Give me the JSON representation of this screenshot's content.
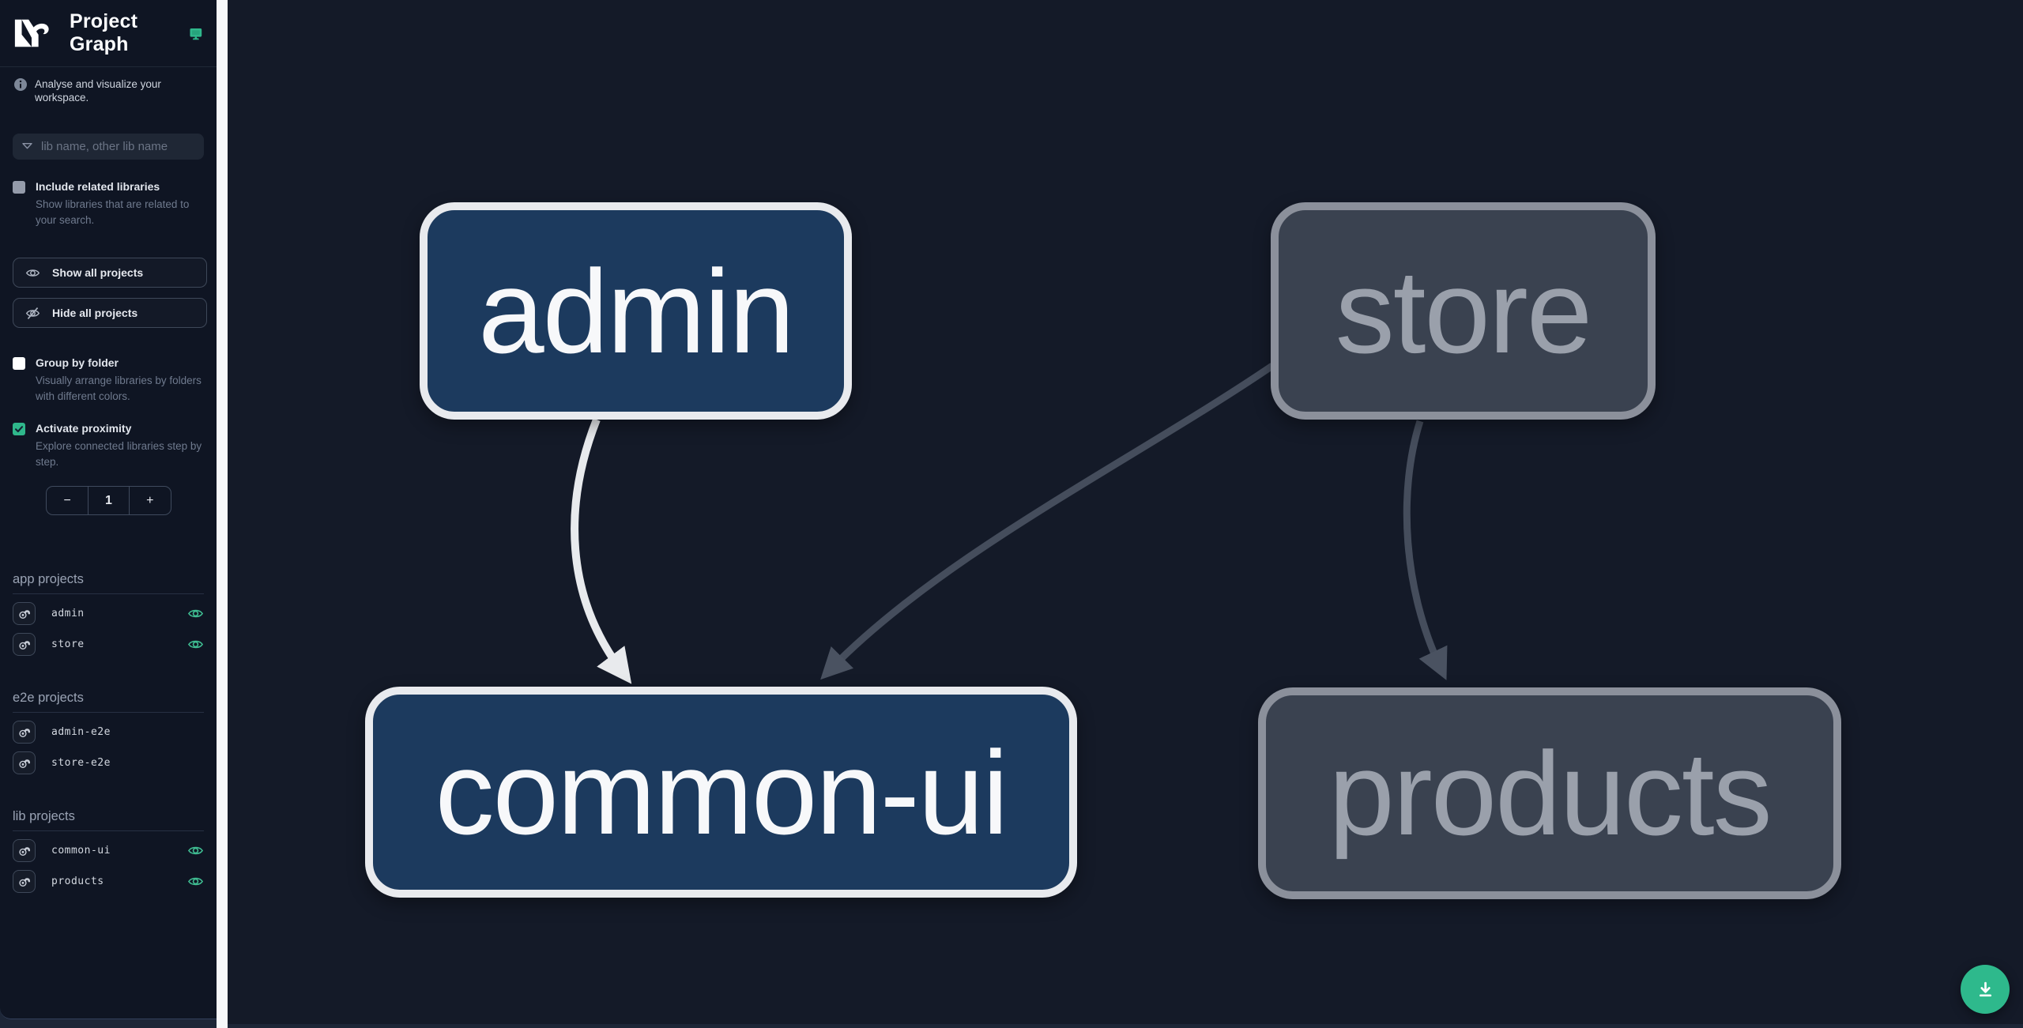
{
  "app": {
    "title": "Project Graph"
  },
  "sidebar": {
    "tagline": "Analyse and visualize your workspace.",
    "filter_placeholder": "lib name, other lib name",
    "include_related": {
      "label": "Include related libraries",
      "description": "Show libraries that are related to your search.",
      "checked": false
    },
    "show_all_label": "Show all projects",
    "hide_all_label": "Hide all projects",
    "group_by_folder": {
      "label": "Group by folder",
      "description": "Visually arrange libraries by folders with different colors.",
      "checked": false
    },
    "activate_proximity": {
      "label": "Activate proximity",
      "description": "Explore connected libraries step by step.",
      "checked": true
    },
    "proximity": {
      "decrement": "−",
      "value": "1",
      "increment": "+"
    },
    "sections": [
      {
        "title": "app projects",
        "items": [
          {
            "name": "admin",
            "visible": true
          },
          {
            "name": "store",
            "visible": true
          }
        ]
      },
      {
        "title": "e2e projects",
        "items": [
          {
            "name": "admin-e2e",
            "visible": false
          },
          {
            "name": "store-e2e",
            "visible": false
          }
        ]
      },
      {
        "title": "lib projects",
        "items": [
          {
            "name": "common-ui",
            "visible": true
          },
          {
            "name": "products",
            "visible": true
          }
        ]
      }
    ]
  },
  "graph": {
    "nodes": [
      {
        "label": "admin",
        "type": "app",
        "state": "highlighted"
      },
      {
        "label": "store",
        "type": "app",
        "state": "dimmed"
      },
      {
        "label": "common-ui",
        "type": "lib",
        "state": "highlighted"
      },
      {
        "label": "products",
        "type": "lib",
        "state": "dimmed"
      }
    ],
    "edges": [
      {
        "source": "admin",
        "target": "common-ui",
        "state": "highlighted"
      },
      {
        "source": "store",
        "target": "common-ui",
        "state": "dimmed"
      },
      {
        "source": "store",
        "target": "products",
        "state": "dimmed"
      }
    ]
  },
  "colors": {
    "accent_teal": "#2fb78b",
    "node_highlight_fill": "#1c3a5e",
    "node_highlight_border": "#e8eaee",
    "node_dim_fill": "#3a4250",
    "node_dim_border": "#8b909b",
    "edge_highlight": "#e8eaed",
    "edge_dim": "#454d5c"
  },
  "fab": {
    "icon": "download"
  }
}
